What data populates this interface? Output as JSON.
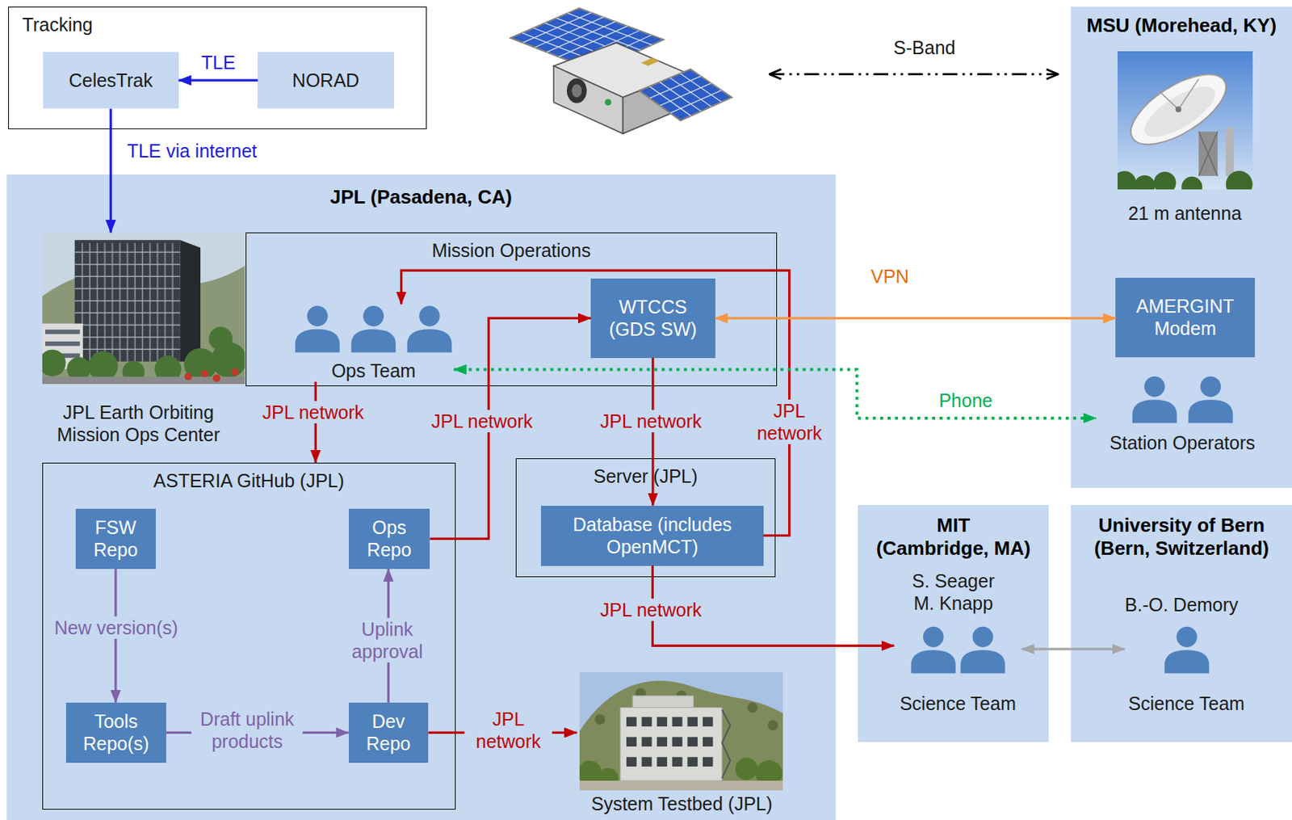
{
  "diagram": {
    "nodes": [
      {
        "text": [
          "Tracking"
        ]
      },
      {
        "text": [
          "CelesTrak"
        ],
        "in": 0
      },
      {
        "text": [
          "NORAD"
        ],
        "in": 0
      },
      {
        "text": [
          "JPL (Pasadena, CA)"
        ]
      },
      {
        "text": [
          "JPL Earth Orbiting Mission Ops Center"
        ],
        "in": 3
      },
      {
        "text": [
          "Mission Operations"
        ],
        "in": 3
      },
      {
        "text": [
          "Ops Team"
        ],
        "in": 5
      },
      {
        "text": [
          "WTCCS (GDS SW)"
        ],
        "in": 5
      },
      {
        "text": [
          "ASTERIA GitHub (JPL)"
        ],
        "in": 3
      },
      {
        "text": [
          "FSW Repo"
        ],
        "in": 8
      },
      {
        "text": [
          "Ops Repo"
        ],
        "in": 8
      },
      {
        "text": [
          "Tools Repo(s)"
        ],
        "in": 8
      },
      {
        "text": [
          "Dev Repo"
        ],
        "in": 8
      },
      {
        "text": [
          "Server (JPL)"
        ],
        "in": 3
      },
      {
        "text": [
          "Database (includes OpenMCT)"
        ],
        "in": 13
      },
      {
        "text": [
          "System Testbed (JPL)"
        ],
        "in": 3
      },
      {
        "text": [
          "MSU (Morehead, KY)"
        ]
      },
      {
        "text": [
          "21 m antenna"
        ],
        "in": 16
      },
      {
        "text": [
          "AMERGINT Modem"
        ],
        "in": 16
      },
      {
        "text": [
          "Station Operators"
        ],
        "in": 16
      },
      {
        "text": [
          "MIT",
          "(Cambridge, MA)",
          "S. Seager M. Knapp"
        ]
      },
      {
        "text": [
          "Science Team"
        ],
        "in": 20
      },
      {
        "text": [
          "University of Bern",
          "(Bern, Switzerland)",
          "B.-O. Demory"
        ]
      },
      {
        "text": [
          "Science Team"
        ],
        "in": 22
      }
    ],
    "edges": [
      {
        "from": 2,
        "to": 1,
        "label": "TLE",
        "arrow": "to"
      },
      {
        "from": 1,
        "to": 4,
        "label": "TLE via internet",
        "arrow": "to"
      },
      {
        "from": 6,
        "to": 8,
        "label": "JPL network",
        "arrow": "to"
      },
      {
        "from": 10,
        "to": 7,
        "label": "JPL network",
        "arrow": "to"
      },
      {
        "from": 7,
        "to": 14,
        "label": "JPL network",
        "arrow": "to"
      },
      {
        "from": 14,
        "to": 6,
        "label": "JPL network",
        "arrow": "to"
      },
      {
        "from": 7,
        "to": 18,
        "label": "VPN",
        "arrow": "both"
      },
      {
        "from": 6,
        "to": 19,
        "label": "Phone",
        "arrow": "both"
      },
      {
        "from": 9,
        "to": 11,
        "label": "New version(s)",
        "arrow": "to"
      },
      {
        "from": 11,
        "to": 12,
        "label": "Draft uplink products",
        "arrow": "to"
      },
      {
        "from": 12,
        "to": 10,
        "label": "Uplink approval",
        "arrow": "to"
      },
      {
        "from": 12,
        "to": 15,
        "label": "JPL network",
        "arrow": "to"
      },
      {
        "from": 14,
        "to": 21,
        "label": "JPL network",
        "arrow": "to"
      },
      {
        "from": 21,
        "to": 23,
        "arrow": "both"
      }
    ],
    "labels": [
      "S-Band"
    ]
  }
}
